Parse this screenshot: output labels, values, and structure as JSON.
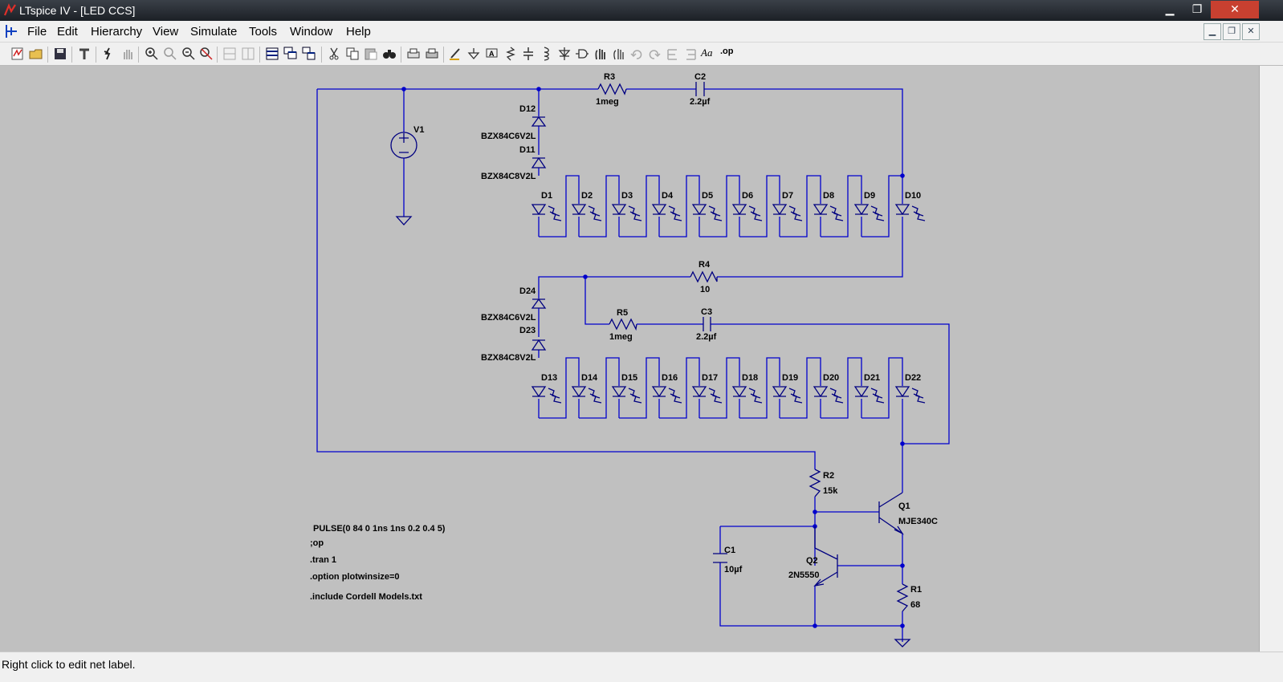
{
  "window": {
    "title": "LTspice IV - [LED CCS]",
    "minimize": "▁",
    "maximize": "❐",
    "close": "✕"
  },
  "menu": [
    "File",
    "Edit",
    "Hierarchy",
    "View",
    "Simulate",
    "Tools",
    "Window",
    "Help"
  ],
  "mdi_buttons": [
    "▁",
    "❐",
    "✕"
  ],
  "toolbar": [
    "new-schematic-icon",
    "open-icon",
    "save-icon",
    "control-panel-icon",
    "run-icon",
    "halt-icon",
    "zoom-in-icon",
    "zoom-fit-icon",
    "zoom-out-icon",
    "zoom-cancel-icon",
    "tile-horizontal-icon",
    "tile-vertical-icon",
    "cascade-icon",
    "close-window-icon",
    "cut-icon",
    "copy-icon",
    "paste-icon",
    "find-icon",
    "print-setup-icon",
    "print-icon",
    "draw-wire-icon",
    "ground-icon",
    "label-net-icon",
    "resistor-icon",
    "capacitor-icon",
    "inductor-icon",
    "diode-icon",
    "component-icon",
    "move-icon",
    "drag-icon",
    "undo-icon",
    "redo-icon",
    "rotate-icon",
    "mirror-icon",
    "text-icon",
    "spice-directive-icon"
  ],
  "toolbar_text": {
    "text": "Aa",
    "op": ".op"
  },
  "schematic": {
    "V1": "V1",
    "R3": {
      "name": "R3",
      "value": "1meg"
    },
    "C2": {
      "name": "C2",
      "value": "2.2µf"
    },
    "D12": {
      "name": "D12",
      "value": "BZX84C6V2L"
    },
    "D11": {
      "name": "D11",
      "value": "BZX84C8V2L"
    },
    "leds_top": [
      "D1",
      "D2",
      "D3",
      "D4",
      "D5",
      "D6",
      "D7",
      "D8",
      "D9",
      "D10"
    ],
    "R4": {
      "name": "R4",
      "value": "10"
    },
    "D24": {
      "name": "D24",
      "value": "BZX84C6V2L"
    },
    "D23": {
      "name": "D23",
      "value": "BZX84C8V2L"
    },
    "R5": {
      "name": "R5",
      "value": "1meg"
    },
    "C3": {
      "name": "C3",
      "value": "2.2µf"
    },
    "leds_bottom": [
      "D13",
      "D14",
      "D15",
      "D16",
      "D17",
      "D18",
      "D19",
      "D20",
      "D21",
      "D22"
    ],
    "R2": {
      "name": "R2",
      "value": "15k"
    },
    "Q1": {
      "name": "Q1",
      "value": "MJE340C"
    },
    "C1": {
      "name": "C1",
      "value": "10µf"
    },
    "Q2": {
      "name": "Q2",
      "value": "2N5550"
    },
    "R1": {
      "name": "R1",
      "value": "68"
    },
    "directives": [
      "PULSE(0 84 0 1ns 1ns 0.2 0.4 5)",
      ";op",
      ".tran 1",
      ".option plotwinsize=0",
      ".include Cordell Models.txt"
    ]
  },
  "status": "Right click to edit net label."
}
